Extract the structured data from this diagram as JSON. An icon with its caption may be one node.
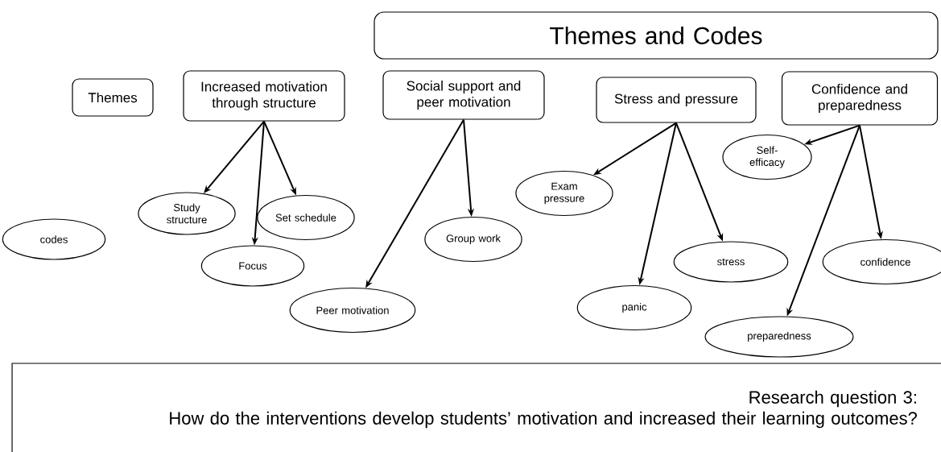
{
  "diagram": {
    "nodes": [
      {
        "text": [
          "Themes and Codes"
        ]
      },
      {
        "text": [
          "Themes"
        ]
      },
      {
        "text": [
          "Increased motivation through structure"
        ]
      },
      {
        "text": [
          "Social support and peer motivation"
        ]
      },
      {
        "text": [
          "Stress and pressure"
        ]
      },
      {
        "text": [
          "Confidence and preparedness"
        ]
      },
      {
        "text": [
          "codes"
        ]
      },
      {
        "text": [
          "Study structure"
        ]
      },
      {
        "text": [
          "Set schedule"
        ]
      },
      {
        "text": [
          "Focus"
        ]
      },
      {
        "text": [
          "Group work"
        ]
      },
      {
        "text": [
          "Peer motivation"
        ]
      },
      {
        "text": [
          "Exam pressure"
        ]
      },
      {
        "text": [
          "panic"
        ]
      },
      {
        "text": [
          "stress"
        ]
      },
      {
        "text": [
          "Self-efficacy"
        ]
      },
      {
        "text": [
          "confidence"
        ]
      },
      {
        "text": [
          "preparedness"
        ]
      },
      {
        "text": [
          "Research question 3:",
          "How do the interventions develop students’ motivation and increased their learning outcomes?"
        ]
      }
    ],
    "edges": [
      {
        "from": 2,
        "to": 7,
        "arrow": "to"
      },
      {
        "from": 2,
        "to": 9,
        "arrow": "to"
      },
      {
        "from": 2,
        "to": 8,
        "arrow": "to"
      },
      {
        "from": 3,
        "to": 11,
        "arrow": "to"
      },
      {
        "from": 3,
        "to": 10,
        "arrow": "to"
      },
      {
        "from": 4,
        "to": 12,
        "arrow": "to"
      },
      {
        "from": 4,
        "to": 13,
        "arrow": "to"
      },
      {
        "from": 4,
        "to": 14,
        "arrow": "to"
      },
      {
        "from": 5,
        "to": 15,
        "arrow": "to"
      },
      {
        "from": 5,
        "to": 17,
        "arrow": "to"
      },
      {
        "from": 5,
        "to": 16,
        "arrow": "to"
      }
    ]
  }
}
